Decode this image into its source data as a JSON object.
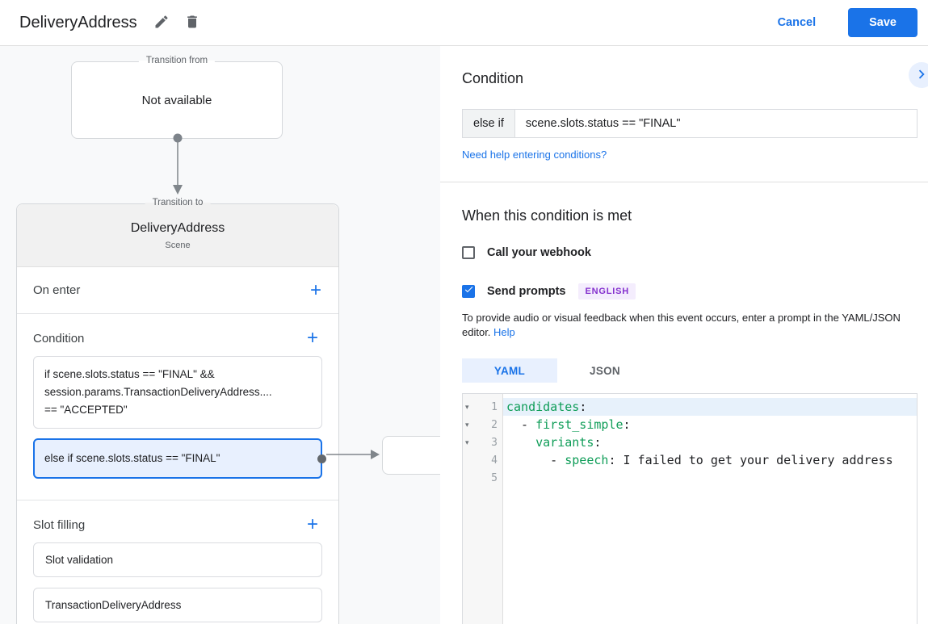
{
  "colors": {
    "accent_blue": "#1a73e8",
    "selection_bg": "#e8f0fe",
    "code_green": "#0f9d58",
    "badge_text": "#8430ce",
    "badge_bg": "#f4edfd"
  },
  "header": {
    "title": "DeliveryAddress",
    "cancel_label": "Cancel",
    "save_label": "Save"
  },
  "diagram": {
    "from_box": {
      "label": "Transition from",
      "content": "Not available"
    },
    "to_card": {
      "label": "Transition to",
      "scene_name": "DeliveryAddress",
      "scene_type": "Scene",
      "on_enter_title": "On enter",
      "condition_title": "Condition",
      "condition_items": {
        "first": {
          "lines": [
            "if scene.slots.status == \"FINAL\" &&",
            "session.params.TransactionDeliveryAddress....",
            "== \"ACCEPTED\""
          ]
        },
        "selected": {
          "text": "else if scene.slots.status == \"FINAL\""
        }
      },
      "slot_filling_title": "Slot filling",
      "slot_items": [
        "Slot validation",
        "TransactionDeliveryAddress"
      ]
    }
  },
  "panel": {
    "condition_title": "Condition",
    "condition_prefix": "else if",
    "condition_expression": "scene.slots.status == \"FINAL\"",
    "help_link": "Need help entering conditions?",
    "when_met_title": "When this condition is met",
    "webhook_label": "Call your webhook",
    "prompts_label": "Send prompts",
    "prompts_badge": "ENGLISH",
    "description": "To provide audio or visual feedback when this event occurs, enter a prompt in the YAML/JSON editor.",
    "description_link": "Help",
    "tabs": {
      "yaml": "YAML",
      "json": "JSON"
    },
    "editor": {
      "lines": [
        {
          "n": "1",
          "pre": "",
          "key": "candidates",
          "post": ":",
          "value": ""
        },
        {
          "n": "2",
          "pre": "  - ",
          "key": "first_simple",
          "post": ":",
          "value": ""
        },
        {
          "n": "3",
          "pre": "    ",
          "key": "variants",
          "post": ":",
          "value": ""
        },
        {
          "n": "4",
          "pre": "      - ",
          "key": "speech",
          "post": ":",
          "value": " I failed to get your delivery address"
        },
        {
          "n": "5",
          "pre": "",
          "key": "",
          "post": "",
          "value": ""
        }
      ]
    }
  }
}
